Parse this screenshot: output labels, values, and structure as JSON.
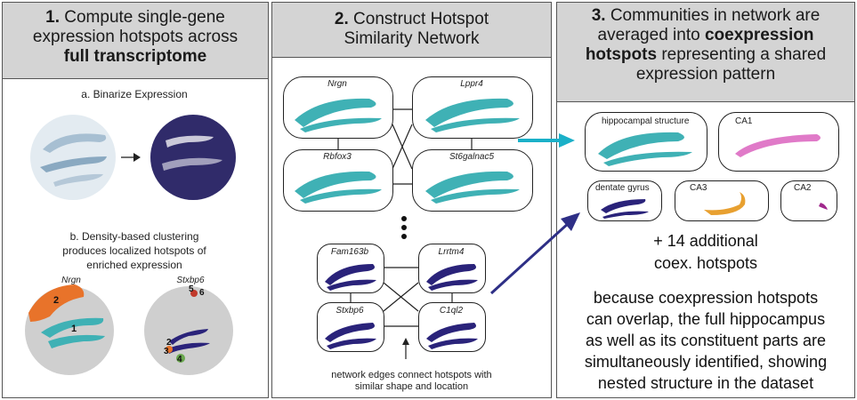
{
  "panel1": {
    "title_num": "1.",
    "title_line1": " Compute single-gene",
    "title_line2": "expression hotspots across",
    "title_line3": "full transcriptome",
    "step_a": "a. Binarize Expression",
    "step_b_line1": "b. Density-based clustering",
    "step_b_line2": "produces localized hotspots of",
    "step_b_line3": "enriched expression",
    "gene_left": "Nrgn",
    "gene_right": "Stxbp6",
    "left_cluster_labels": [
      "2",
      "1"
    ],
    "right_cluster_labels": [
      "5",
      "6",
      "2",
      "3",
      "4"
    ]
  },
  "panel2": {
    "title_num": "2.",
    "title_line1": " Construct Hotspot",
    "title_line2": "Similarity Network",
    "top_nodes": [
      "Nrgn",
      "Lppr4",
      "Rbfox3",
      "St6galnac5"
    ],
    "bottom_nodes": [
      "Fam163b",
      "Lrrtm4",
      "Stxbp6",
      "C1ql2"
    ],
    "caption_line1": "network edges connect hotspots with",
    "caption_line2": "similar shape and location"
  },
  "panel3": {
    "title_num": "3.",
    "title_line1": " Communities in network are",
    "title_line2_a": "averaged into ",
    "title_line2_b": "coexpression",
    "title_line3_a": "hotspots",
    "title_line3_b": " representing a shared",
    "title_line4": "expression pattern",
    "hotspots": [
      "hippocampal structure",
      "CA1",
      "dentate gyrus",
      "CA3",
      "CA2"
    ],
    "additional_line1": "+ 14 additional",
    "additional_line2": "coex. hotspots",
    "note_lines": [
      "because coexpression hotspots",
      "can overlap, the full hippocampus",
      "as well as its constituent parts are",
      "simultaneously identified, showing",
      "nested structure in the dataset"
    ]
  },
  "colors": {
    "teal": "#3fb1b5",
    "navy": "#2a237a",
    "orange": "#e8732a",
    "pink": "#e07ac8",
    "amber": "#e8a030",
    "magenta": "#a0288c",
    "header_gray": "#d4d4d4",
    "arrow_cyan": "#1ab0c8",
    "arrow_navy": "#2e2f86"
  }
}
